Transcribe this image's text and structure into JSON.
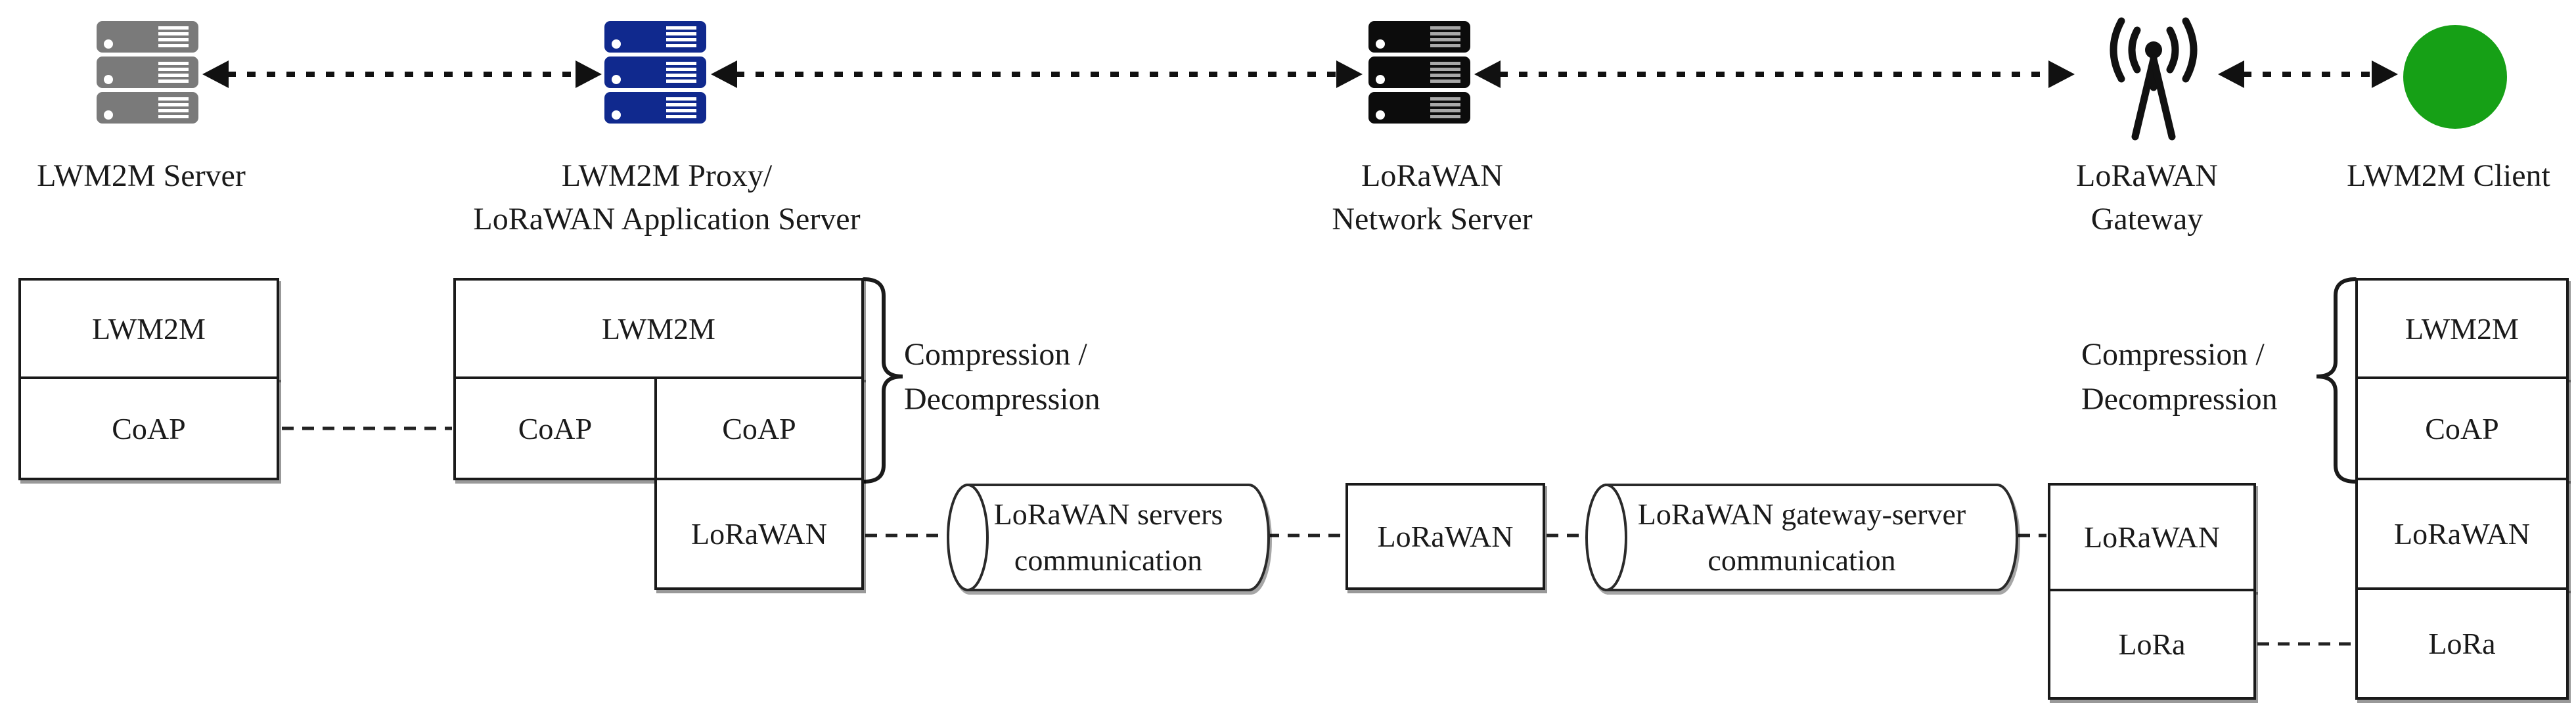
{
  "palette": {
    "server_gray": "#7a7a7a",
    "proxy_blue": "#10298e",
    "network_black": "#0c0c0c",
    "client_green": "#16a016",
    "line_color": "#1a1a1a"
  },
  "top_nodes": [
    {
      "id": "lwm2m-server",
      "icon": "server-stack-icon",
      "color": "#7a7a7a",
      "label1": "LWM2M Server",
      "label2": ""
    },
    {
      "id": "lwm2m-proxy",
      "icon": "server-stack-icon",
      "color": "#10298e",
      "label1": "LWM2M Proxy/",
      "label2": "LoRaWAN Application Server"
    },
    {
      "id": "lorawan-network-server",
      "icon": "server-stack-icon",
      "color": "#0c0c0c",
      "label1": "LoRaWAN",
      "label2": "Network Server"
    },
    {
      "id": "lorawan-gateway",
      "icon": "antenna-icon",
      "color": "#111111",
      "label1": "LoRaWAN",
      "label2": "Gateway"
    },
    {
      "id": "lwm2m-client",
      "icon": "green-circle-icon",
      "color": "#16a016",
      "label1": "LWM2M Client",
      "label2": ""
    }
  ],
  "stacks": {
    "server": {
      "lwm2m": "LWM2M",
      "coap": "CoAP"
    },
    "proxy": {
      "lwm2m": "LWM2M",
      "coap_left": "CoAP",
      "coap_right": "CoAP",
      "lorawan": "LoRaWAN"
    },
    "network_server": {
      "lorawan": "LoRaWAN"
    },
    "gateway": {
      "lorawan": "LoRaWAN",
      "lora": "LoRa"
    },
    "client": {
      "lwm2m": "LWM2M",
      "coap": "CoAP",
      "lorawan": "LoRaWAN",
      "lora": "LoRa"
    }
  },
  "cylinders": {
    "servers_comm": {
      "line1": "LoRaWAN servers",
      "line2": "communication"
    },
    "gateway_server_comm": {
      "line1": "LoRaWAN gateway-server",
      "line2": "communication"
    }
  },
  "annotations": {
    "compression_proxy": {
      "line1": "Compression /",
      "line2": "Decompression"
    },
    "compression_client": {
      "line1": "Compression /",
      "line2": "Decompression"
    }
  }
}
